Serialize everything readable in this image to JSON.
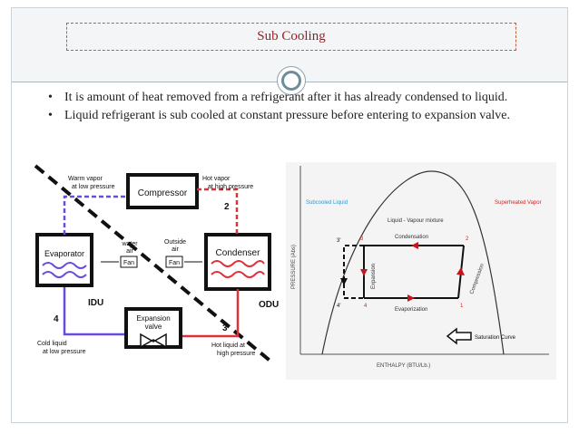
{
  "slide": {
    "title": "Sub Cooling",
    "bullets": [
      "It is amount of heat removed from a refrigerant after it has already condensed to liquid.",
      "Liquid refrigerant is sub cooled at constant pressure before entering to expansion valve."
    ],
    "bullet_char": "•"
  },
  "cycle_diagram": {
    "warm_vapor": "Warm vapor",
    "low_pressure": "at low pressure",
    "compressor": "Compressor",
    "hot_vapor": "Hot vapor",
    "high_pressure": "at high pressure",
    "step2": "2",
    "water": "water",
    "air": "air",
    "fan": "Fan",
    "outside": "Outside",
    "outside_air": "air",
    "fan2": "Fan",
    "evaporator": "Evaporator",
    "condenser": "Condenser",
    "idu": "IDU",
    "odu": "ODU",
    "expansion": "Expansion",
    "valve": "valve",
    "step3": "3",
    "step4": "4",
    "cold_liquid": "Cold liquid",
    "cold_low": "at low pressure",
    "hot_liquid": "Hot liquid at",
    "hot_high": "high pressure",
    "colors": {
      "hot": "#e0303a",
      "cold": "#6a4be0",
      "black": "#111111"
    }
  },
  "ph_diagram": {
    "subcooled": "Subcooled Liquid",
    "mixture": "Liquid - Vapour mixture",
    "superheated": "Superheated Vapor",
    "condensation": "Condensation",
    "expansion": "Expansion",
    "compression": "Compression",
    "evaporization": "Evaporization",
    "pressure_axis": "PRESSURE (Abs)",
    "enthalpy_axis": "ENTHALPY (BTU/Lb.)",
    "saturation": "Saturation Curve",
    "p1": "1",
    "p2": "2",
    "p3": "3",
    "p3p": "3'",
    "p4": "4",
    "p4p": "4'",
    "colors": {
      "label_blue": "#2a9ad8",
      "label_red": "#e02020",
      "arrow": "#c4161c"
    }
  }
}
